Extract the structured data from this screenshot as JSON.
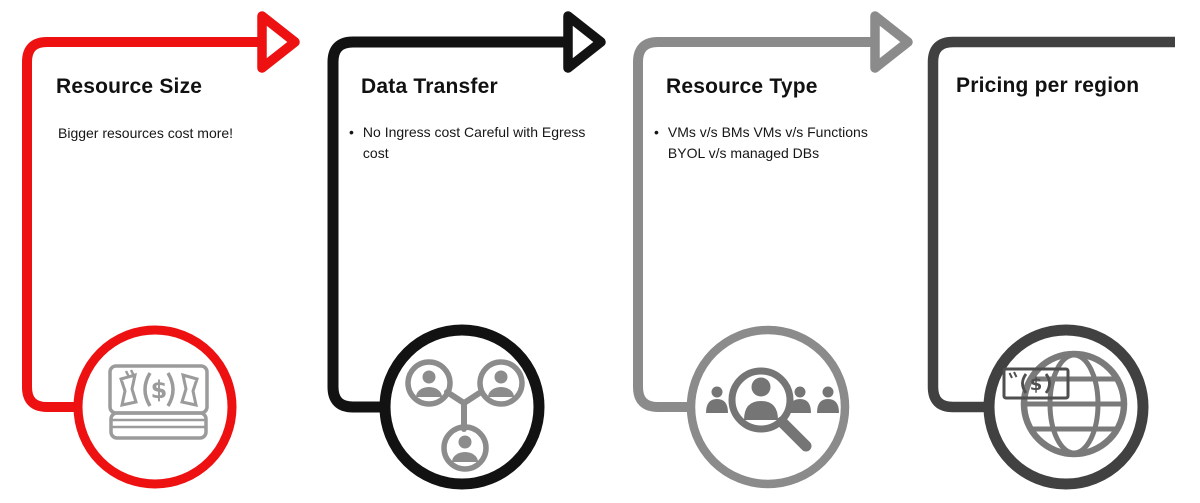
{
  "background": "#ffffff",
  "panels": [
    {
      "id": "resource-size",
      "title": "Resource Size",
      "body_lines": [
        "Bigger resources cost more!"
      ],
      "bulleted": false,
      "has_arrow": true,
      "color": "#ED1111",
      "icon": "money-stack-icon",
      "icon_color": "#9B9B9B"
    },
    {
      "id": "data-transfer",
      "title": "Data Transfer",
      "bullet": "•",
      "body_lines": [
        "No Ingress cost Careful with Egress",
        "cost"
      ],
      "bulleted": true,
      "has_arrow": true,
      "color": "#121212",
      "icon": "user-network-icon",
      "icon_color": "#8C8C8C"
    },
    {
      "id": "resource-type",
      "title": "Resource Type",
      "bullet": "•",
      "body_lines": [
        "VMs v/s BMs VMs v/s Functions",
        "BYOL v/s managed DBs"
      ],
      "bulleted": true,
      "has_arrow": true,
      "color": "#8B8B8B",
      "icon": "people-search-icon",
      "icon_color": "#757575"
    },
    {
      "id": "pricing-per-region",
      "title": "Pricing per region",
      "body_lines": [],
      "bulleted": false,
      "has_arrow": false,
      "color": "#414141",
      "icon": "money-globe-icon",
      "icon_color": "#7A7A7A",
      "icon_secondary_color": "#4F4F4F"
    }
  ]
}
